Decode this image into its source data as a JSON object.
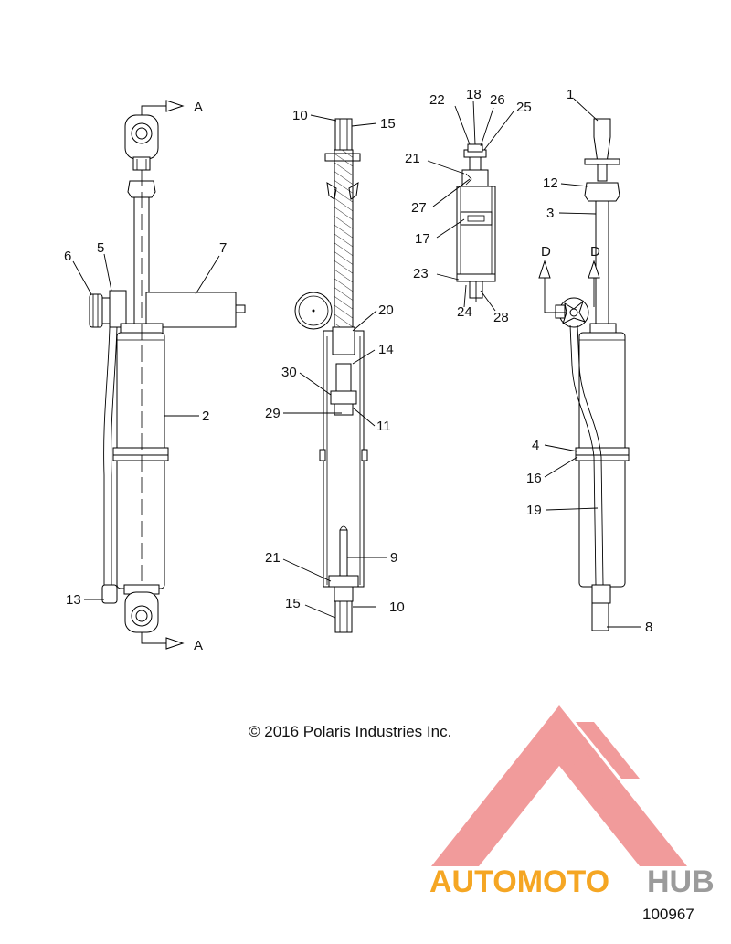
{
  "copyright": "© 2016 Polaris Industries Inc.",
  "drawing_number": "100967",
  "watermark": {
    "text_part1": "AUTOMOTO",
    "text_part2": "HUB",
    "color_part1": "#f5a623",
    "color_part2": "#9b9b9b",
    "logo_color": "#ef8a8a"
  },
  "section_marks": {
    "top": "A",
    "bottom": "A",
    "view_left": "D",
    "view_right": "D"
  },
  "callouts": {
    "c1": "1",
    "c2": "2",
    "c3": "3",
    "c4": "4",
    "c5": "5",
    "c6": "6",
    "c7": "7",
    "c8": "8",
    "c9": "9",
    "c10a": "10",
    "c10b": "10",
    "c11": "11",
    "c12": "12",
    "c13": "13",
    "c14": "14",
    "c15a": "15",
    "c15b": "15",
    "c16": "16",
    "c17": "17",
    "c18": "18",
    "c19": "19",
    "c20": "20",
    "c21a": "21",
    "c21b": "21",
    "c22": "22",
    "c23": "23",
    "c24": "24",
    "c25": "25",
    "c26": "26",
    "c27": "27",
    "c28": "28",
    "c29": "29",
    "c30": "30"
  }
}
